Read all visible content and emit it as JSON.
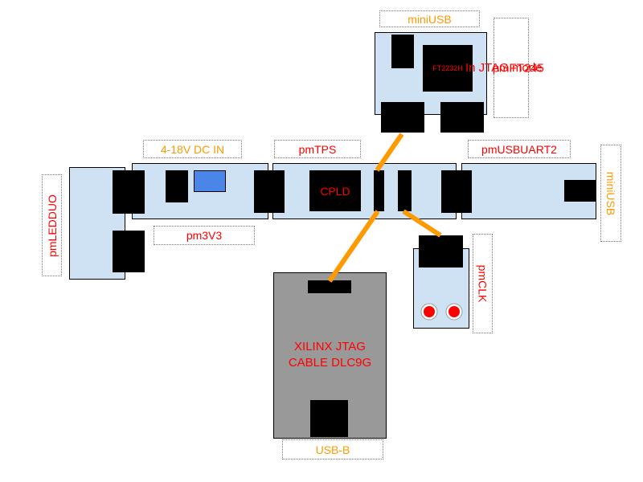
{
  "labels": {
    "miniusb_top": "miniUSB",
    "pmft245": "pmFT245",
    "jtag_mode": "In JTAG mode",
    "dc_in": "4-18V DC IN",
    "pmtps": "pmTPS",
    "pmusbuart2": "pmUSBUART2",
    "miniusb_right": "miniUSB",
    "pmledduo": "pmLEDDUO",
    "pm3v3": "pm3V3",
    "pmclk": "pmCLK",
    "usb_b": "USB-B"
  },
  "chips": {
    "ft2232h": "FT2232H",
    "cpld": "CPLD",
    "xilinx_line1": "XILINX JTAG",
    "xilinx_line2": "CABLE DLC9G"
  },
  "colors": {
    "board_fill": "#cfe2f3",
    "cable_fill": "#999999",
    "wire": "#ff9900",
    "label_orange": "#ff9900",
    "label_red": "#ff0000",
    "regulator": "#4a86e8",
    "led": "#ff0000"
  }
}
